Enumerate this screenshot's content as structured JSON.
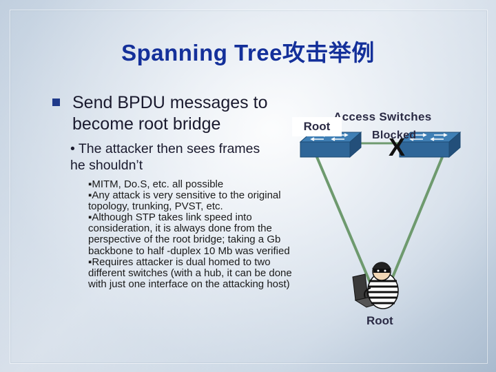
{
  "slide": {
    "title": "Spanning Tree攻击举例",
    "main_bullet": "Send BPDU messages to become root bridge",
    "sub_bullet": "• The attacker then sees frames he shouldn’t",
    "details": [
      "▪MITM, Do.S, etc. all possible",
      "▪Any attack is very sensitive to the original topology, trunking, PVST, etc.",
      "▪Although STP takes link speed into consideration, it is always done from the perspective of the root bridge; taking a Gb backbone to half -duplex 10 Mb was verified",
      "▪Requires attacker is dual homed to two different switches (with a hub, it can be done with just one interface on the attacking host)"
    ]
  },
  "diagram": {
    "access_switches_label": "Access Switches",
    "root_label": "Root",
    "blocked_label": "Blocked",
    "blocked_mark": "X",
    "attacker_root_label": "Root",
    "icons": [
      "switch-icon",
      "switch-icon",
      "attacker-icon"
    ],
    "link_color": "#6e9a6e"
  }
}
